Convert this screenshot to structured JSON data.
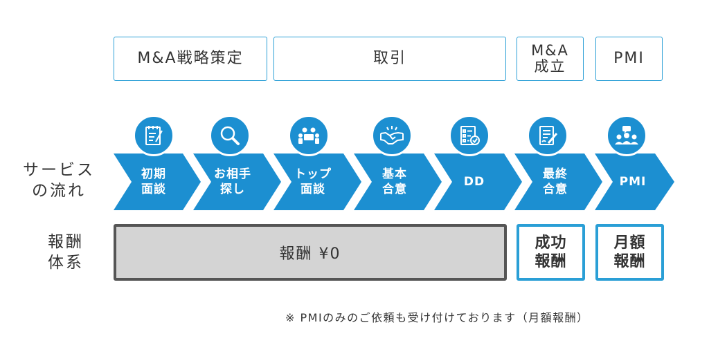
{
  "phases": [
    {
      "label": "M&A戦略策定"
    },
    {
      "label": "取引"
    },
    {
      "label": "M&A\n成立"
    },
    {
      "label": "PMI"
    }
  ],
  "row_labels": {
    "service_flow": "サービス\nの流れ",
    "fee_structure": "報酬\n体系"
  },
  "steps": [
    {
      "label": "初期\n面談",
      "icon": "checklist-icon"
    },
    {
      "label": "お相手\n探し",
      "icon": "magnifier-icon"
    },
    {
      "label": "トップ\n面談",
      "icon": "meeting-icon"
    },
    {
      "label": "基本\n合意",
      "icon": "handshake-icon"
    },
    {
      "label": "DD",
      "icon": "inspection-list-icon"
    },
    {
      "label": "最終\n合意",
      "icon": "contract-sign-icon"
    },
    {
      "label": "PMI",
      "icon": "team-chat-icon"
    }
  ],
  "fees": {
    "zero": "報酬 ¥0",
    "success": "成功\n報酬",
    "monthly": "月額\n報酬"
  },
  "footnote": "※ PMIのみのご依頼も受け付けております（月額報酬）",
  "colors": {
    "accent": "#1c8fd1",
    "border": "#2a9fd6",
    "fee_zero_bg": "#d4d4d4",
    "fee_zero_border": "#555555"
  }
}
